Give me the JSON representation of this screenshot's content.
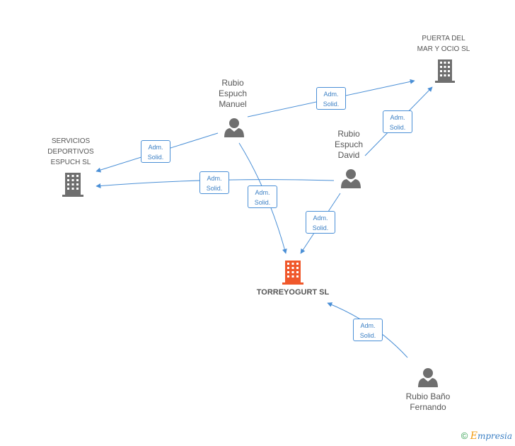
{
  "nodes": {
    "puerta": {
      "lines": [
        "PUERTA DEL",
        "MAR Y OCIO  SL"
      ],
      "type": "company"
    },
    "servicios": {
      "lines": [
        "SERVICIOS",
        "DEPORTIVOS",
        "ESPUCH  SL"
      ],
      "type": "company"
    },
    "torreyogurt": {
      "lines": [
        "TORREYOGURT SL"
      ],
      "type": "company-main"
    },
    "manuel": {
      "lines": [
        "Rubio",
        "Espuch",
        "Manuel"
      ],
      "type": "person"
    },
    "david": {
      "lines": [
        "Rubio",
        "Espuch",
        "David"
      ],
      "type": "person"
    },
    "fernando": {
      "lines": [
        "Rubio Baño",
        "Fernando"
      ],
      "type": "person"
    }
  },
  "edge_label": [
    "Adm.",
    "Solid."
  ],
  "edges": [
    {
      "from": "manuel",
      "to": "puerta"
    },
    {
      "from": "manuel",
      "to": "servicios"
    },
    {
      "from": "manuel",
      "to": "torreyogurt"
    },
    {
      "from": "david",
      "to": "puerta"
    },
    {
      "from": "david",
      "to": "servicios"
    },
    {
      "from": "david",
      "to": "torreyogurt"
    },
    {
      "from": "fernando",
      "to": "torreyogurt"
    }
  ],
  "footer": {
    "copyright": "©",
    "brand_initial": "E",
    "brand_rest": "mpresia"
  },
  "colors": {
    "edge": "#4a8fd6",
    "company": "#6f6f6f",
    "company_main": "#f0582b",
    "person": "#6f6f6f"
  }
}
